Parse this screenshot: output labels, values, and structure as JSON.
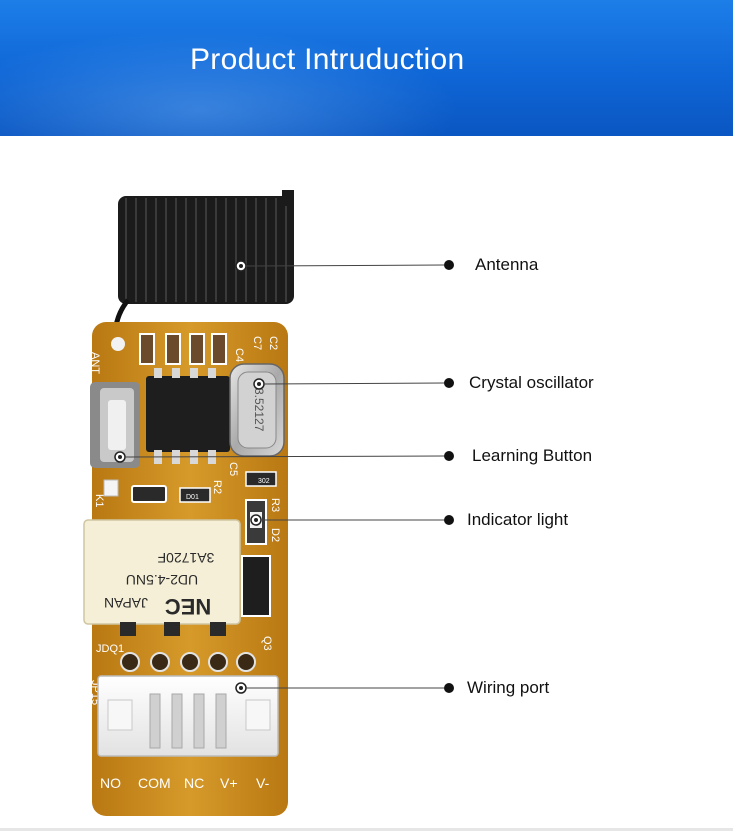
{
  "header": {
    "title": "Product Intruduction"
  },
  "callouts": [
    {
      "label": "Antenna"
    },
    {
      "label": "Crystal oscillator"
    },
    {
      "label": "Learning Button"
    },
    {
      "label": "Indicator light"
    },
    {
      "label": "Wiring port"
    }
  ],
  "board": {
    "silkscreen": {
      "ant": "ANT",
      "c4": "C4",
      "c7": "C7",
      "c2": "C2",
      "r2": "R2",
      "c5": "C5",
      "k1": "K1",
      "r3": "R3",
      "d2": "D2",
      "q3": "Q3",
      "jdq1": "JDQ1",
      "jp15": "JP15",
      "d01": "D01",
      "r302": "302",
      "terminals": [
        "NO",
        "COM",
        "NC",
        "V+",
        "V-"
      ]
    },
    "crystal_marking": "3.52127",
    "relay": {
      "line1": "3A1720F",
      "line2": "UD2-4.5NU",
      "brand": "NEC",
      "country": "JAPAN"
    }
  },
  "colors": {
    "header": "#0f66d6",
    "pcb": "#c98a1a",
    "silkscreen": "#ffffff",
    "relay": "#f4efd6",
    "callout": "#111111"
  }
}
